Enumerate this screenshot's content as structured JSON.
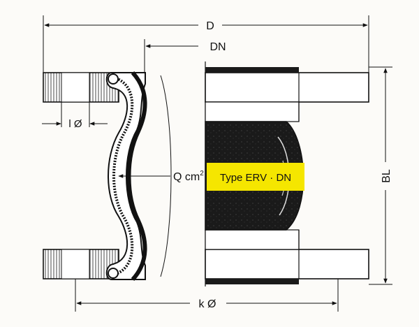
{
  "labels": {
    "outer_diameter": "D",
    "nominal_diameter": "DN",
    "hole_diameter": "l Ø",
    "bolt_circle": "k Ø",
    "build_length": "BL",
    "area_main": "Q cm",
    "area_sup": "2",
    "type_badge": "Type ERV · DN"
  },
  "colors": {
    "badge_fill": "#f5e600",
    "rubber": "#1a1a1a",
    "flange_fill": "#ffffff",
    "line": "#111111",
    "background": "#fcfbf8"
  }
}
